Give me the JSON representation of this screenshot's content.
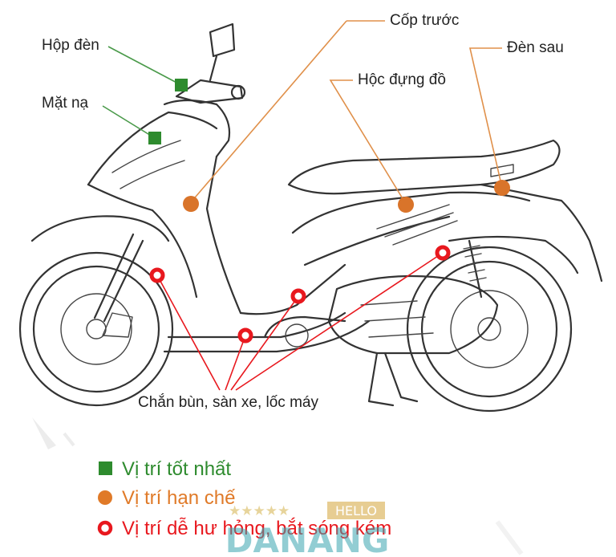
{
  "labels": {
    "hop_den": "Hộp đèn",
    "mat_na": "Mặt nạ",
    "cop_truoc": "Cốp trước",
    "hoc_dung_do": "Hộc đựng đồ",
    "den_sau": "Đèn sau",
    "chan_bun": "Chắn bùn, sàn xe, lốc máy"
  },
  "legend": [
    {
      "text": "Vị trí tốt nhất",
      "color": "#2e8b2e",
      "marker": "green-square"
    },
    {
      "text": "Vị trí hạn chế",
      "color": "#e07a28",
      "marker": "orange-circle"
    },
    {
      "text": "Vị trí dễ hư hỏng, bắt sóng kém",
      "color": "#e8181e",
      "marker": "red-ring"
    }
  ],
  "watermark": {
    "badge": "HELLO",
    "brand": "DANANG",
    "stars": "★★★★★"
  },
  "colors": {
    "green": "#2e8b2e",
    "orange": "#d9742a",
    "red": "#e8181e",
    "leader_green": "#4a9a4a",
    "leader_orange": "#e0904a",
    "outline": "#333333"
  }
}
